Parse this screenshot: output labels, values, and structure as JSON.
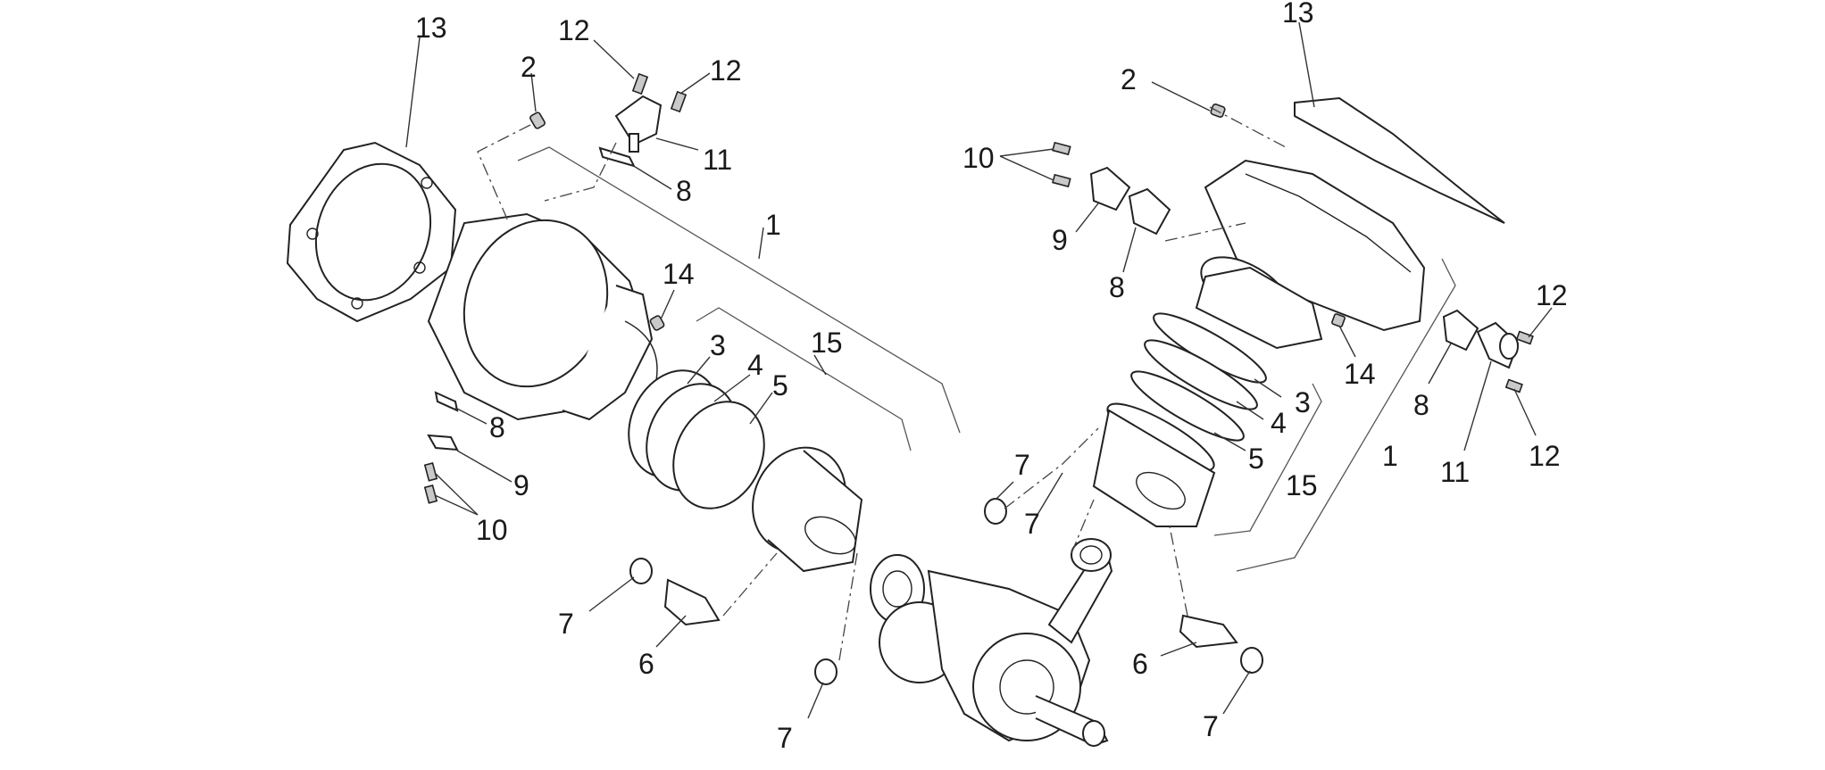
{
  "callouts": {
    "l13": "13",
    "l2": "2",
    "l12a": "12",
    "l12b": "12",
    "l11": "11",
    "l8a": "8",
    "l1": "1",
    "l14": "14",
    "l3": "3",
    "l4": "4",
    "l5": "5",
    "l15": "15",
    "l8b": "8",
    "l9": "9",
    "l10": "10",
    "l7a": "7",
    "l6": "6",
    "l7b": "7",
    "r13": "13",
    "r2": "2",
    "r10": "10",
    "r9": "9",
    "r8a": "8",
    "r14": "14",
    "r12a": "12",
    "r8b": "8",
    "r11": "11",
    "r12b": "12",
    "r1": "1",
    "r3": "3",
    "r4": "4",
    "r5": "5",
    "r15": "15",
    "r7a": "7",
    "r7b": "7",
    "r6": "6",
    "r7c": "7"
  }
}
